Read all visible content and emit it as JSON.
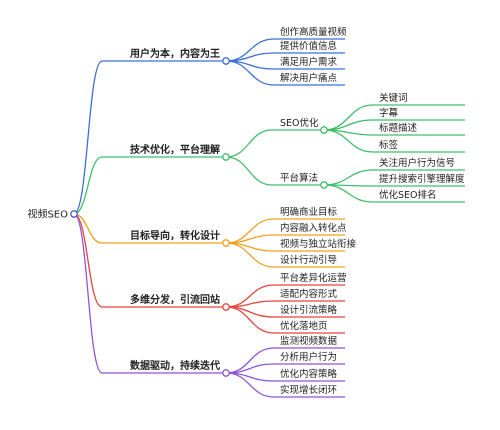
{
  "root": {
    "label": "视频SEO",
    "color": "#4a5cc4"
  },
  "branches": [
    {
      "label": "用户为本，内容为王",
      "color": "#3b6fd6",
      "children": [
        {
          "label": "创作高质量视频"
        },
        {
          "label": "提供价值信息"
        },
        {
          "label": "满足用户需求"
        },
        {
          "label": "解决用户痛点"
        }
      ]
    },
    {
      "label": "技术优化，平台理解",
      "color": "#3fbf6a",
      "children": [
        {
          "label": "SEO优化",
          "children": [
            {
              "label": "关键词"
            },
            {
              "label": "字幕"
            },
            {
              "label": "标题描述"
            },
            {
              "label": "标签"
            }
          ]
        },
        {
          "label": "平台算法",
          "children": [
            {
              "label": "关注用户行为信号"
            },
            {
              "label": "提升搜索引擎理解度"
            },
            {
              "label": "优化SEO排名"
            }
          ]
        }
      ]
    },
    {
      "label": "目标导向，转化设计",
      "color": "#f0a020",
      "children": [
        {
          "label": "明确商业目标"
        },
        {
          "label": "内容融入转化点"
        },
        {
          "label": "视频与独立站衔接"
        },
        {
          "label": "设计行动引导"
        }
      ]
    },
    {
      "label": "多维分发，引流回站",
      "color": "#e8453c",
      "children": [
        {
          "label": "平台差异化运营"
        },
        {
          "label": "适配内容形式"
        },
        {
          "label": "设计引流策略"
        },
        {
          "label": "优化落地页"
        }
      ]
    },
    {
      "label": "数据驱动，持续迭代",
      "color": "#8f55d6",
      "children": [
        {
          "label": "监测视频数据"
        },
        {
          "label": "分析用户行为"
        },
        {
          "label": "优化内容策略"
        },
        {
          "label": "实现增长闭环"
        }
      ]
    }
  ]
}
